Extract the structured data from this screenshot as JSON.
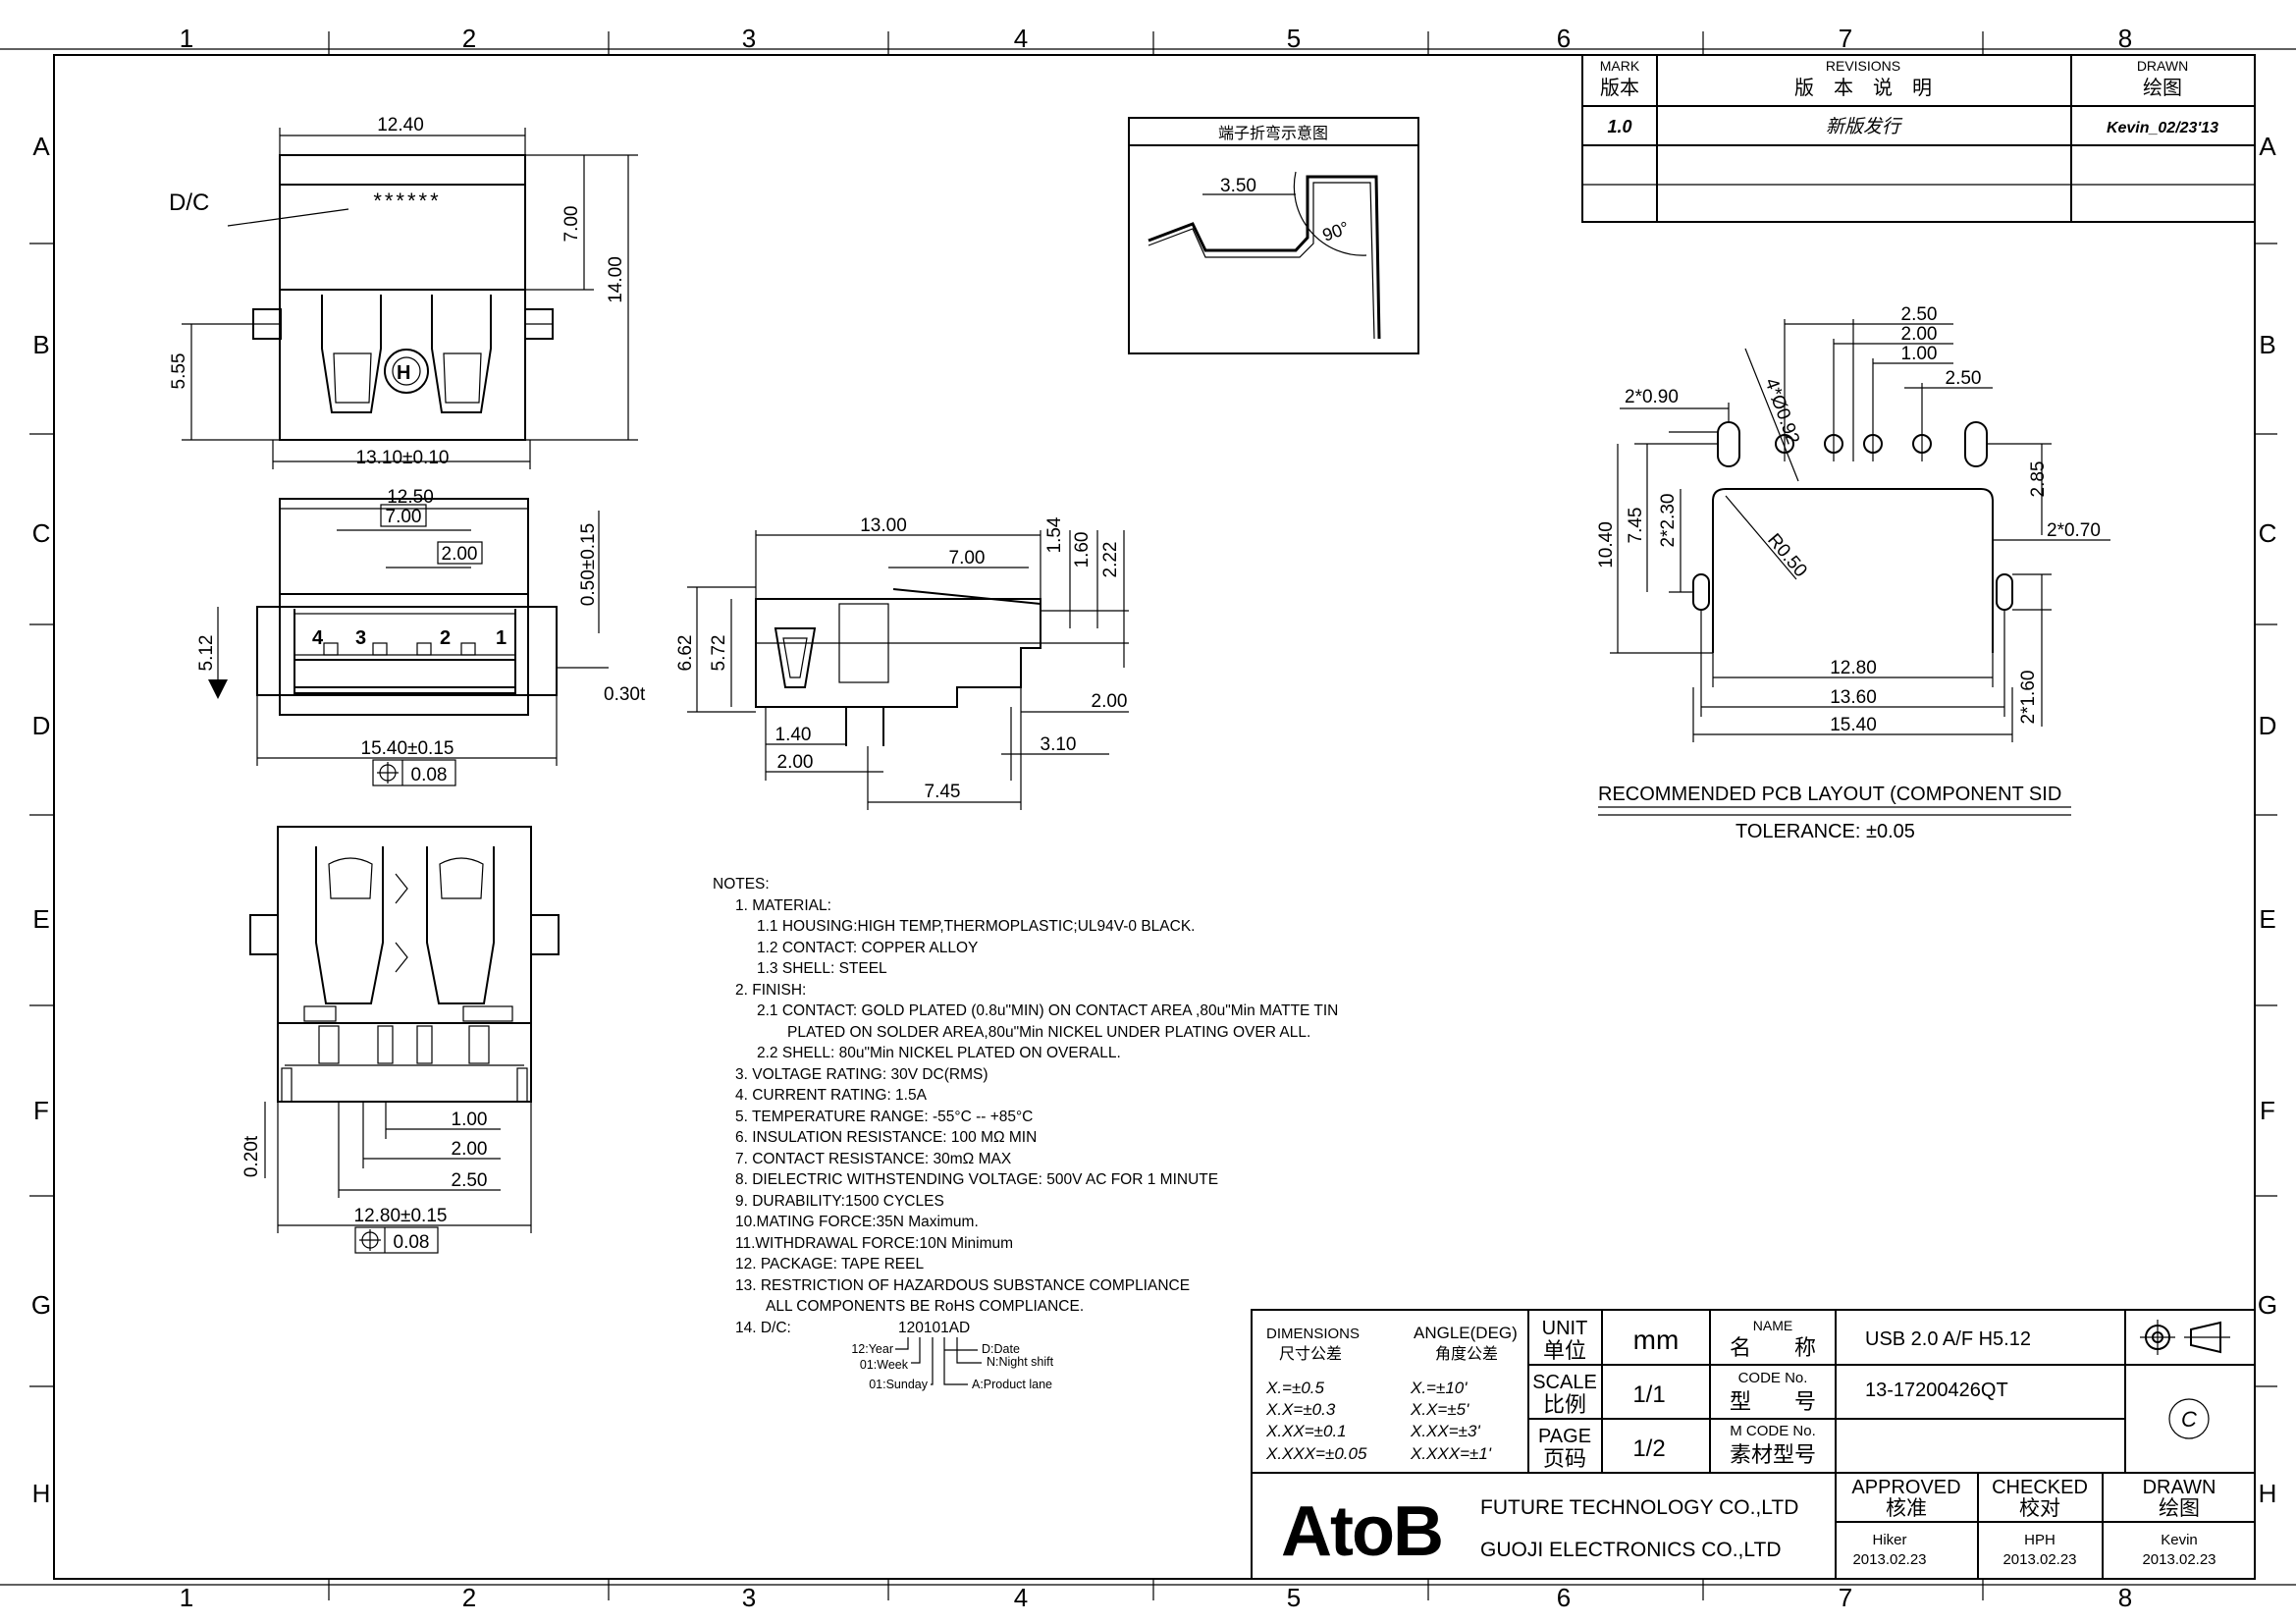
{
  "grid": {
    "columns": [
      "1",
      "2",
      "3",
      "4",
      "5",
      "6",
      "7",
      "8"
    ],
    "rows": [
      "A",
      "B",
      "C",
      "D",
      "E",
      "F",
      "G",
      "H"
    ]
  },
  "revisions": {
    "mark_label": "MARK",
    "mark_cn": "版本",
    "rev_label": "REVISIONS",
    "rev_cn": "版　本　说　明",
    "drawn_label": "DRAWN",
    "drawn_cn": "绘图",
    "row_mark": "1.0",
    "row_desc": "新版发行",
    "row_drawn": "Kevin_02/23'13"
  },
  "top_view": {
    "dc_label": "D/C",
    "stars": "******",
    "width": "12.40",
    "height": "7.00",
    "total": "14.00",
    "left": "5.55",
    "bottom": "13.10±0.10"
  },
  "front_view": {
    "w1": "12.50",
    "w2": "7.00",
    "w3": "2.00",
    "side": "0.50±0.15",
    "height": "5.12",
    "thick": "0.30t",
    "bottom": "15.40±0.15",
    "tol": "0.08",
    "pins": [
      "4",
      "3",
      "2",
      "1"
    ]
  },
  "side_view": {
    "d1": "13.00",
    "d2": "7.00",
    "d3": "1.54",
    "d4": "1.60",
    "d5": "2.22",
    "d6": "6.62",
    "d7": "5.72",
    "d8": "2.00",
    "d9": "1.40",
    "d10": "2.00",
    "d11": "3.10",
    "d12": "7.45"
  },
  "bend_view": {
    "title": "端子折弯示意图",
    "len": "3.50",
    "angle": "90°"
  },
  "bottom_view": {
    "d1": "1.00",
    "d2": "2.00",
    "d3": "2.50",
    "thick": "0.20t",
    "width": "12.80±0.15",
    "tol": "0.08"
  },
  "pcb_layout": {
    "d250a": "2.50",
    "d200": "2.00",
    "d100": "1.00",
    "d250b": "2.50",
    "holes4": "4*Ø0.92",
    "slot1": "2*0.90",
    "d285": "2.85",
    "d230": "2*2.30",
    "d745": "7.45",
    "d1040": "10.40",
    "radius": "R0.50",
    "slot2": "2*0.70",
    "d1280": "12.80",
    "d1360": "13.60",
    "d1540": "15.40",
    "d160": "2*1.60",
    "title": "RECOMMENDED PCB LAYOUT (COMPONENT SID",
    "tolerance": "TOLERANCE: ±0.05"
  },
  "notes": [
    "NOTES:",
    "1. MATERIAL:",
    "1.1 HOUSING:HIGH TEMP,THERMOPLASTIC;UL94V-0 BLACK.",
    "1.2 CONTACT: COPPER ALLOY",
    "1.3 SHELL: STEEL",
    "2. FINISH:",
    "2.1 CONTACT: GOLD PLATED (0.8u\"MIN) ON CONTACT AREA ,80u\"Min MATTE TIN",
    "PLATED ON SOLDER AREA,80u\"Min NICKEL UNDER PLATING  OVER ALL.",
    "2.2 SHELL:  80u\"Min NICKEL PLATED ON OVERALL.",
    "3. VOLTAGE RATING: 30V DC(RMS)",
    "4. CURRENT RATING: 1.5A",
    "5. TEMPERATURE RANGE: -55°C -- +85°C",
    "6. INSULATION RESISTANCE: 100 MΩ MIN",
    "7. CONTACT RESISTANCE: 30mΩ MAX",
    "8. DIELECTRIC WITHSTENDING VOLTAGE: 500V AC FOR 1 MINUTE",
    "9. DURABILITY:1500 CYCLES",
    "10.MATING FORCE:35N Maximum.",
    "11.WITHDRAWAL FORCE:10N Minimum",
    "12. PACKAGE: TAPE REEL",
    "13. RESTRICTION OF HAZARDOUS SUBSTANCE COMPLIANCE",
    "ALL COMPONENTS BE RoHS COMPLIANCE.",
    "14. D/C:"
  ],
  "dc_code": {
    "code": "120101AD",
    "year": "12:Year",
    "week": "01:Week",
    "sunday": "01:Sunday",
    "date": "D:Date",
    "night": "N:Night shift",
    "lane": "A:Product lane"
  },
  "title_block": {
    "dimensions": "DIMENSIONS",
    "dimensions_cn": "尺寸公差",
    "angle": "ANGLE(DEG)",
    "angle_cn": "角度公差",
    "tol": [
      "X.=±0.5",
      "X.X=±0.3",
      "X.XX=±0.1",
      "X.XXX=±0.05"
    ],
    "ang": [
      "X.=±10'",
      "X.X=±5'",
      "X.XX=±3'",
      "X.XXX=±1'"
    ],
    "unit_label": "UNIT",
    "unit_cn": "单位",
    "unit_val": "mm",
    "scale_label": "SCALE",
    "scale_cn": "比例",
    "scale_val": "1/1",
    "page_label": "PAGE",
    "page_cn": "页码",
    "page_val": "1/2",
    "name_label": "NAME",
    "name_cn": "名　　称",
    "name_val": "USB 2.0 A/F  H5.12",
    "code_label": "CODE No.",
    "code_cn": "型　　号",
    "code_val": "13-17200426QT",
    "mcode_label": "M CODE No.",
    "mcode_cn": "素材型号",
    "logo": "AtoB",
    "company1": "FUTURE TECHNOLOGY CO.,LTD",
    "company2": "GUOJI ELECTRONICS CO.,LTD",
    "approved_label": "APPROVED",
    "approved_cn": "核准",
    "approved_name": "Hiker",
    "approved_date": "2013.02.23",
    "checked_label": "CHECKED",
    "checked_cn": "校对",
    "checked_name": "HPH",
    "checked_date": "2013.02.23",
    "drawn_label": "DRAWN",
    "drawn_cn": "绘图",
    "drawn_name": "Kevin",
    "drawn_date": "2013.02.23",
    "copyright": "C"
  }
}
